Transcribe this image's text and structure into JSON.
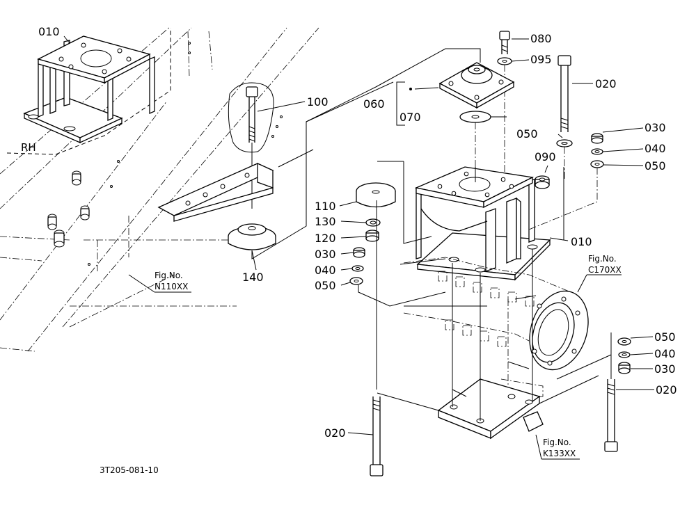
{
  "part_labels": {
    "p010_main": "010",
    "p010_inset": "010",
    "p020_top": "020",
    "p020_right": "020",
    "p020_left": "020",
    "p030_right_top": "030",
    "p030_left": "030",
    "p030_right_bottom": "030",
    "p040_right_top": "040",
    "p040_left": "040",
    "p040_right_bottom": "040",
    "p050_right_top": "050",
    "p050_mid": "050",
    "p050_left": "050",
    "p050_right_bottom": "050",
    "p060": "060",
    "p070": "070",
    "p080": "080",
    "p090": "090",
    "p095": "095",
    "p100": "100",
    "p110": "110",
    "p120": "120",
    "p130": "130",
    "p140": "140"
  },
  "side_label": "RH",
  "figure_refs": {
    "n110": {
      "line1": "Fig.No.",
      "line2": "N110XX"
    },
    "c170": {
      "line1": "Fig.No.",
      "line2": "C170XX"
    },
    "k133": {
      "line1": "Fig.No.",
      "line2": "K133XX"
    }
  },
  "drawing_number": "3T205-081-10"
}
